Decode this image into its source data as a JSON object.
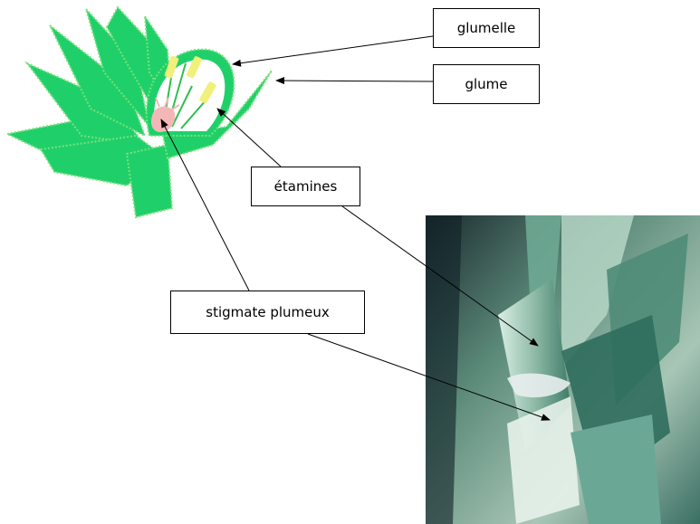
{
  "labels": {
    "glumelle": "glumelle",
    "glume": "glume",
    "etamines": "étamines",
    "stigmate": "stigmate plumeux"
  },
  "colors": {
    "leaf_fill": "#22cc66",
    "leaf_edge": "#66dd66",
    "anther": "#f0f07a",
    "stigma": "#f4b7b7",
    "arrow": "#000000"
  },
  "icons": {
    "diagram": "grass-flower-diagram",
    "photo": "grass-spikelet-photo"
  }
}
